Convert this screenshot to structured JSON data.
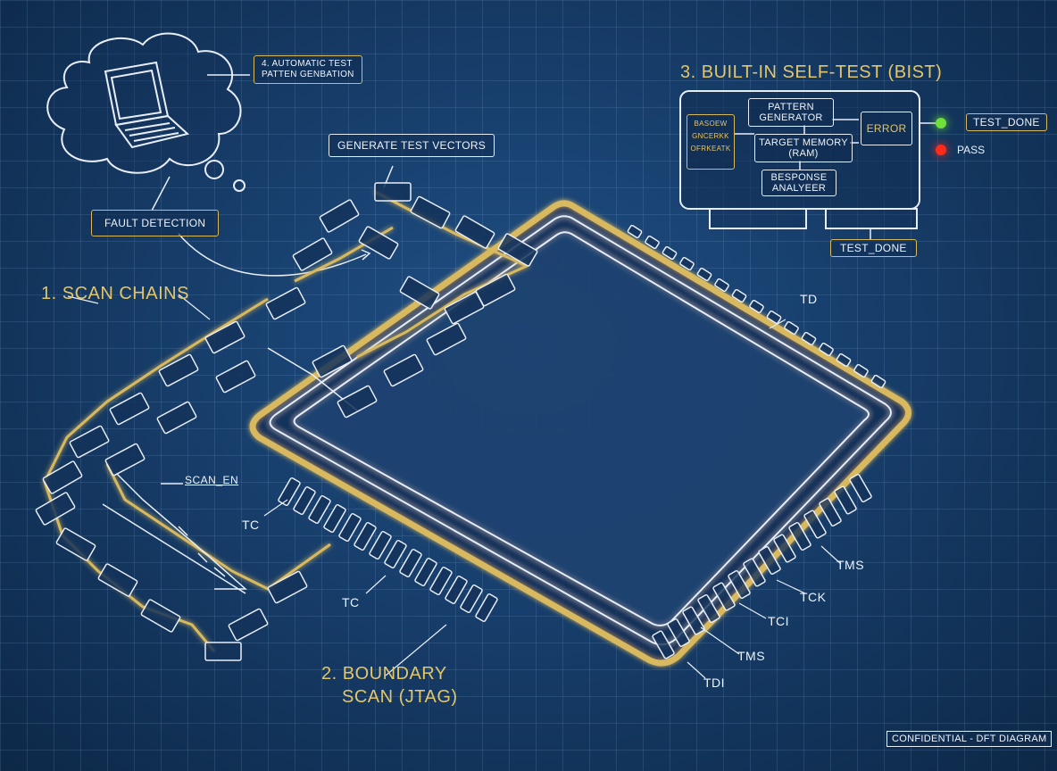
{
  "callouts": {
    "automatic_test": "4. AUTOMATIC TEST\nPATTEN GENBATION",
    "generate_vectors": "GENERATE TEST VECTORS",
    "fault_detection": "FAULT DETECTION"
  },
  "sections": {
    "scan_chains": "1. SCAN CHAINS",
    "boundary_scan_line1": "2. BOUNDARY",
    "boundary_scan_line2": "SCAN (JTAG)",
    "bist": "3. BUILT-IN SELF-TEST (BIST)"
  },
  "bist": {
    "pattern_generator": "PATTERN\nGENERATOR",
    "target_memory": "TARGET MEMORY\n(RAM)",
    "response_analyzer": "BESPONSE\nANALYEER",
    "error": "ERROR",
    "left_block": "BASOEW\nGNCERKK\nOFRKEATK",
    "status_test_done": "TEST_DONE",
    "status_pass": "PASS",
    "bottom_test_done": "TEST_DONE",
    "led_green": "#6fe03a",
    "led_red": "#ff2a1a"
  },
  "signals": {
    "scan_en": "SCAN_EN",
    "tc_left": "TC",
    "tc_bottom": "TC",
    "td_top": "TD",
    "tms_right": "TMS",
    "tck": "TCK",
    "tci": "TCI",
    "tms_bottom": "TMS",
    "tdi": "TDI"
  },
  "footer": "CONFIDENTIAL - DFT DIAGRAM",
  "colors": {
    "gold": "#e3c56a",
    "line": "#e8eef8",
    "background": "#173e6b"
  }
}
